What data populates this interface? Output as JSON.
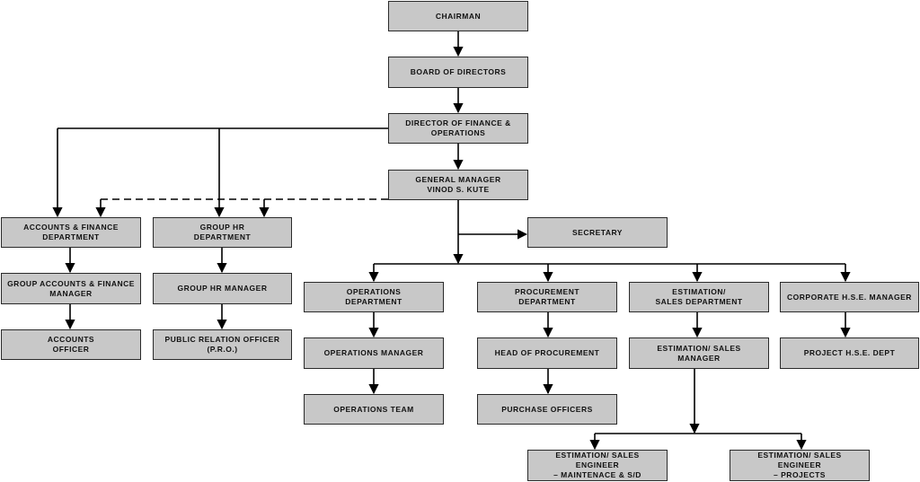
{
  "colors": {
    "box_fill": "#c8c8c8",
    "box_border": "#2a2a2a",
    "line": "#000000"
  },
  "boxes": {
    "chairman": {
      "line1": "CHAIRMAN",
      "line2": ""
    },
    "board": {
      "line1": "BOARD OF DIRECTORS",
      "line2": ""
    },
    "director_finance_ops": {
      "line1": "DIRECTOR OF FINANCE &",
      "line2": "OPERATIONS"
    },
    "general_manager": {
      "line1": "GENERAL MANAGER",
      "line2": "VINOD S. KUTE"
    },
    "accounts_finance_dept": {
      "line1": "ACCOUNTS & FINANCE",
      "line2": "DEPARTMENT"
    },
    "group_hr_dept": {
      "line1": "GROUP HR",
      "line2": "DEPARTMENT"
    },
    "secretary": {
      "line1": "SECRETARY",
      "line2": ""
    },
    "group_accounts_manager": {
      "line1": "GROUP ACCOUNTS & FINANCE",
      "line2": "MANAGER"
    },
    "group_hr_manager": {
      "line1": "GROUP HR MANAGER",
      "line2": ""
    },
    "accounts_officer": {
      "line1": "ACCOUNTS",
      "line2": "OFFICER"
    },
    "pro_officer": {
      "line1": "PUBLIC RELATION OFFICER",
      "line2": "(P.R.O.)"
    },
    "operations_dept": {
      "line1": "OPERATIONS",
      "line2": "DEPARTMENT"
    },
    "procurement_dept": {
      "line1": "PROCUREMENT",
      "line2": "DEPARTMENT"
    },
    "estimation_dept": {
      "line1": "ESTIMATION/",
      "line2": "SALES DEPARTMENT"
    },
    "corporate_hse_manager": {
      "line1": "CORPORATE H.S.E. MANAGER",
      "line2": ""
    },
    "operations_manager": {
      "line1": "OPERATIONS MANAGER",
      "line2": ""
    },
    "head_procurement": {
      "line1": "HEAD OF PROCUREMENT",
      "line2": ""
    },
    "estimation_manager": {
      "line1": "ESTIMATION/ SALES MANAGER",
      "line2": ""
    },
    "project_hse_dept": {
      "line1": "PROJECT H.S.E. DEPT",
      "line2": ""
    },
    "operations_team": {
      "line1": "OPERATIONS TEAM",
      "line2": ""
    },
    "purchase_officers": {
      "line1": "PURCHASE OFFICERS",
      "line2": ""
    },
    "sales_engineer_maintenance": {
      "line1": "ESTIMATION/ SALES ENGINEER",
      "line2": "– MAINTENACE & S/D"
    },
    "sales_engineer_projects": {
      "line1": "ESTIMATION/ SALES ENGINEER",
      "line2": "– PROJECTS"
    }
  }
}
